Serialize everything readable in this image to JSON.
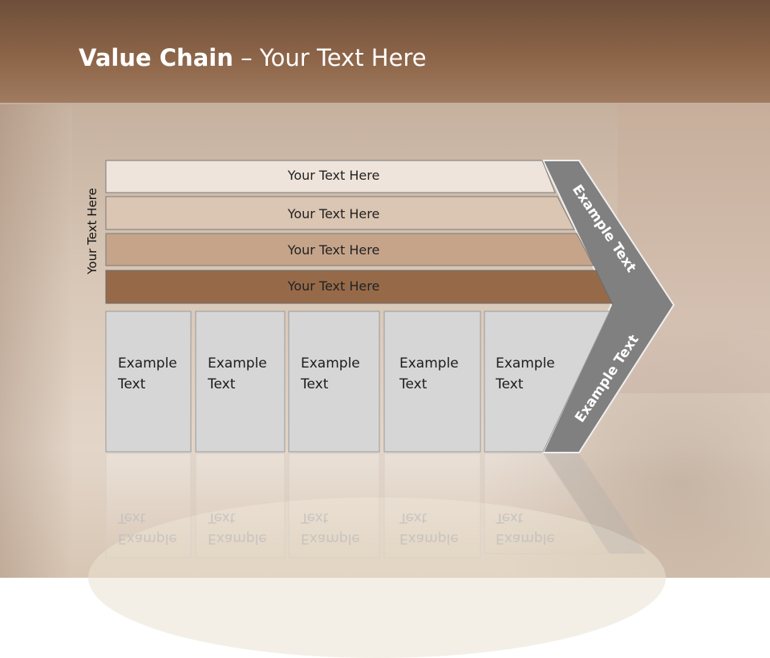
{
  "slide": {
    "title_bold": "Value Chain",
    "title_rest": " – Your Text Here",
    "vertical_label": "Your Text Here"
  },
  "bars": [
    {
      "label": "Your Text Here",
      "color": "#eee4db"
    },
    {
      "label": "Your Text Here",
      "color": "#dbc5b3"
    },
    {
      "label": "Your Text Here",
      "color": "#c6a48a"
    },
    {
      "label": "Your Text Here",
      "color": "#966a49"
    }
  ],
  "cells": [
    {
      "line1": "Example",
      "line2": "Text"
    },
    {
      "line1": "Example",
      "line2": "Text"
    },
    {
      "line1": "Example",
      "line2": "Text"
    },
    {
      "line1": "Example",
      "line2": "Text"
    },
    {
      "line1": "Example",
      "line2": "Text"
    }
  ],
  "chevron": {
    "upper_text": "Example Text",
    "lower_text": "Example Text",
    "color": "#808080"
  }
}
